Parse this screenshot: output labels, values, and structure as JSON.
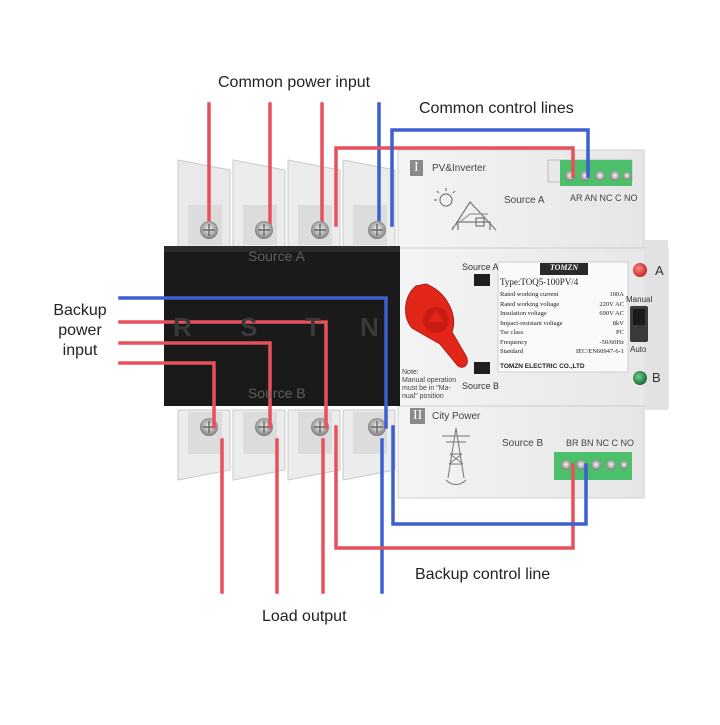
{
  "callouts": {
    "common_power_input": "Common power input",
    "common_control_lines": "Common control lines",
    "backup_power_input": [
      "Backup",
      "power",
      "input"
    ],
    "backup_control_line": "Backup control line",
    "load_output": "Load output"
  },
  "black_block": {
    "source_a": "Source A",
    "source_b": "Source B",
    "phase_letters": [
      "R",
      "S",
      "T",
      "N"
    ],
    "note": [
      "Note:",
      "Manual operation",
      "must be in \"Ma-",
      "nual\" position"
    ]
  },
  "top_module": {
    "roman": "I",
    "title": "PV&Inverter",
    "source": "Source A",
    "terminals": "AR AN NC C NO"
  },
  "bottom_module": {
    "roman": "II",
    "title": "City Power",
    "source": "Source B",
    "terminals": "BR BN NC C NO"
  },
  "panel": {
    "brand": "TOMZN",
    "type": "Type:TOQ5-100PV/4",
    "source_a": "Source A",
    "source_b": "Source B",
    "indicator_a": "A",
    "indicator_b": "B",
    "manual": "Manual",
    "auto": "Auto",
    "specs": [
      {
        "label": "Rated working current",
        "value": "100A"
      },
      {
        "label": "Rated working voltage",
        "value": "220V AC"
      },
      {
        "label": "Insulation voltage",
        "value": "690V AC"
      },
      {
        "label": "Impact-resistant voltage",
        "value": "8kV"
      },
      {
        "label": "Tse class",
        "value": "PC"
      },
      {
        "label": "Frequency",
        "value": "-50/60Hz"
      },
      {
        "label": "Standard",
        "value": "IEC/EN60947-6-1"
      }
    ],
    "footer": "TOMZN ELECTRIC CO.,LTD"
  },
  "colors": {
    "red_wire": "#e8505b",
    "blue_wire": "#3e5fcf",
    "terminal_green": "#4bbf6a",
    "handle_red": "#e3261a",
    "block_black": "#1a1a1a"
  }
}
